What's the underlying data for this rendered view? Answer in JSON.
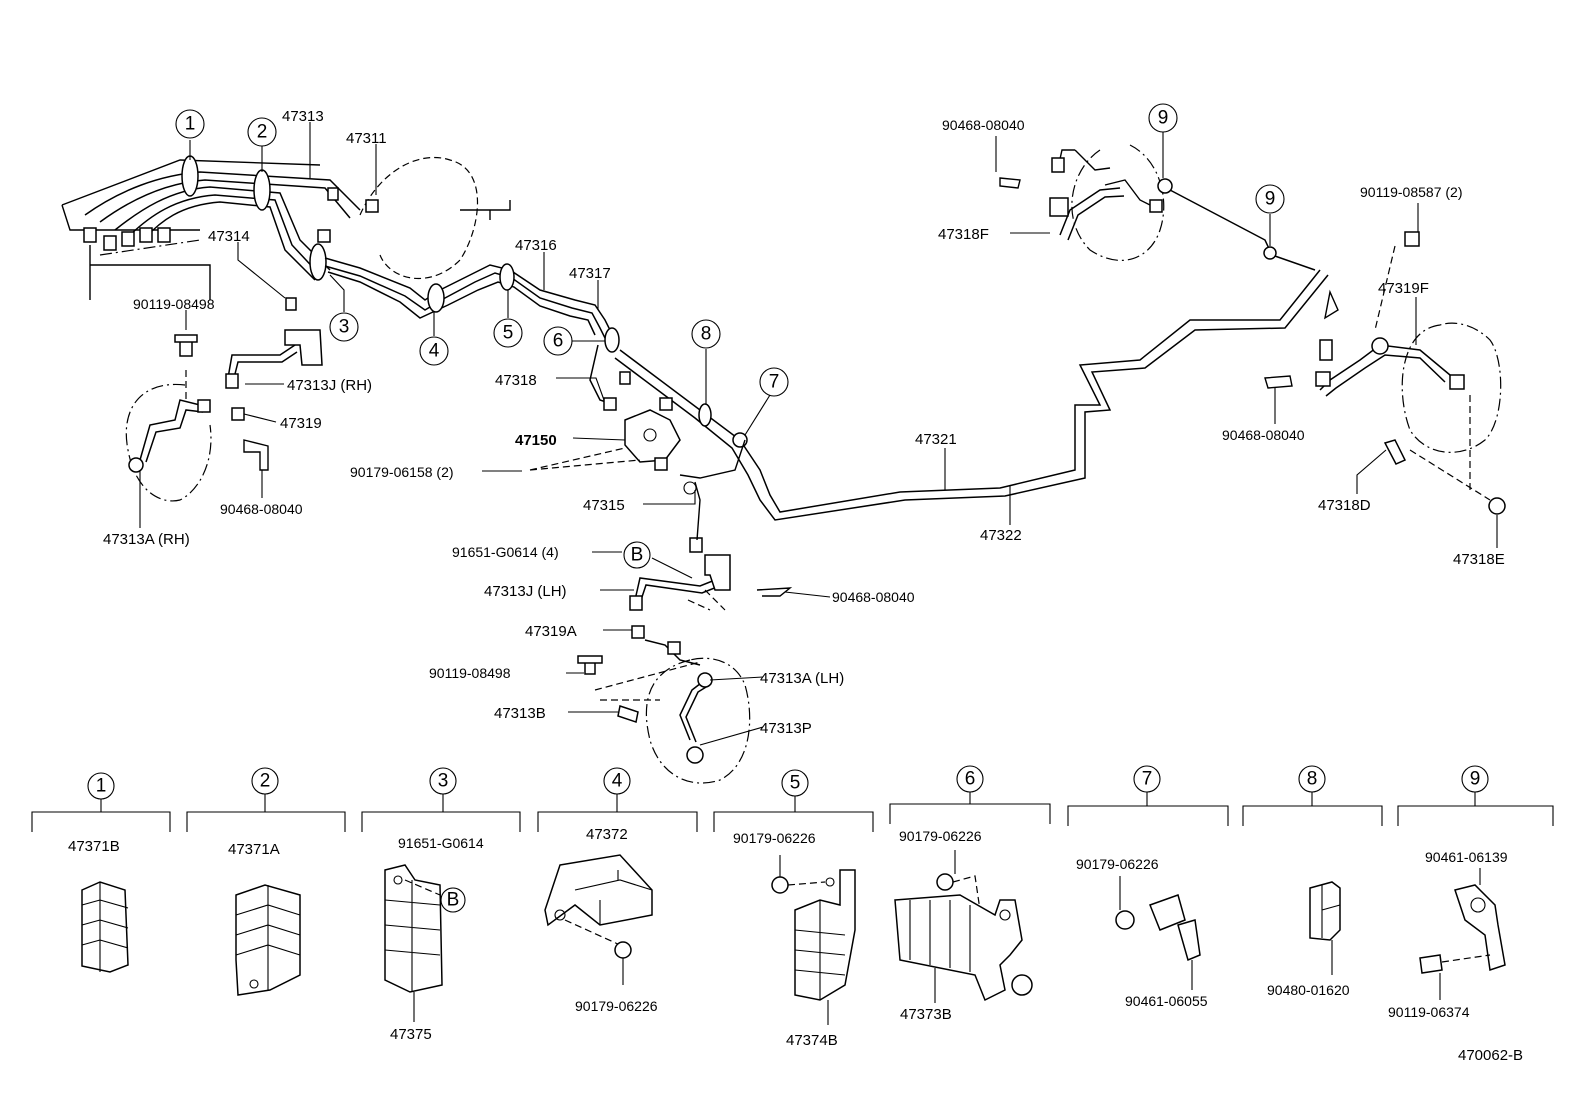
{
  "diagram_code": "470062-B",
  "callouts": {
    "c1": "1",
    "c2": "2",
    "c3": "3",
    "c4": "4",
    "c5": "5",
    "c6": "6",
    "c7": "7",
    "c8": "8",
    "c9a": "9",
    "c9b": "9",
    "cB1": "B",
    "cB2": "B"
  },
  "labels": {
    "p47313": "47313",
    "p47311": "47311",
    "p47314": "47314",
    "p90119_08498_top": "90119-08498",
    "p47313J_RH": "47313J (RH)",
    "p47319": "47319",
    "p90468_08040_left": "90468-08040",
    "p47313A_RH": "47313A (RH)",
    "p47316": "47316",
    "p47317": "47317",
    "p47318": "47318",
    "p47150": "47150",
    "p90179_06158": "90179-06158 (2)",
    "p47315": "47315",
    "p91651_G0614_4": "91651-G0614 (4)",
    "p47313J_LH": "47313J (LH)",
    "p90468_08040_mid": "90468-08040",
    "p47319A": "47319A",
    "p90119_08498_bot": "90119-08498",
    "p47313A_LH": "47313A (LH)",
    "p47313B": "47313B",
    "p47313P": "47313P",
    "p47321": "47321",
    "p47322": "47322",
    "p90468_08040_tr": "90468-08040",
    "p47318F": "47318F",
    "p90119_08587": "90119-08587 (2)",
    "p47319F": "47319F",
    "p90468_08040_r": "90468-08040",
    "p47318D": "47318D",
    "p47318E": "47318E"
  },
  "details": [
    {
      "num": "1",
      "parts": [
        "47371B"
      ]
    },
    {
      "num": "2",
      "parts": [
        "47371A"
      ]
    },
    {
      "num": "3",
      "parts": [
        "91651-G0614",
        "47375"
      ],
      "callout": "B"
    },
    {
      "num": "4",
      "parts": [
        "47372",
        "90179-06226"
      ]
    },
    {
      "num": "5",
      "parts": [
        "90179-06226",
        "47374B"
      ]
    },
    {
      "num": "6",
      "parts": [
        "90179-06226",
        "47373B"
      ]
    },
    {
      "num": "7",
      "parts": [
        "90179-06226",
        "90461-06055"
      ]
    },
    {
      "num": "8",
      "parts": [
        "90480-01620"
      ]
    },
    {
      "num": "9",
      "parts": [
        "90461-06139",
        "90119-06374"
      ]
    }
  ]
}
